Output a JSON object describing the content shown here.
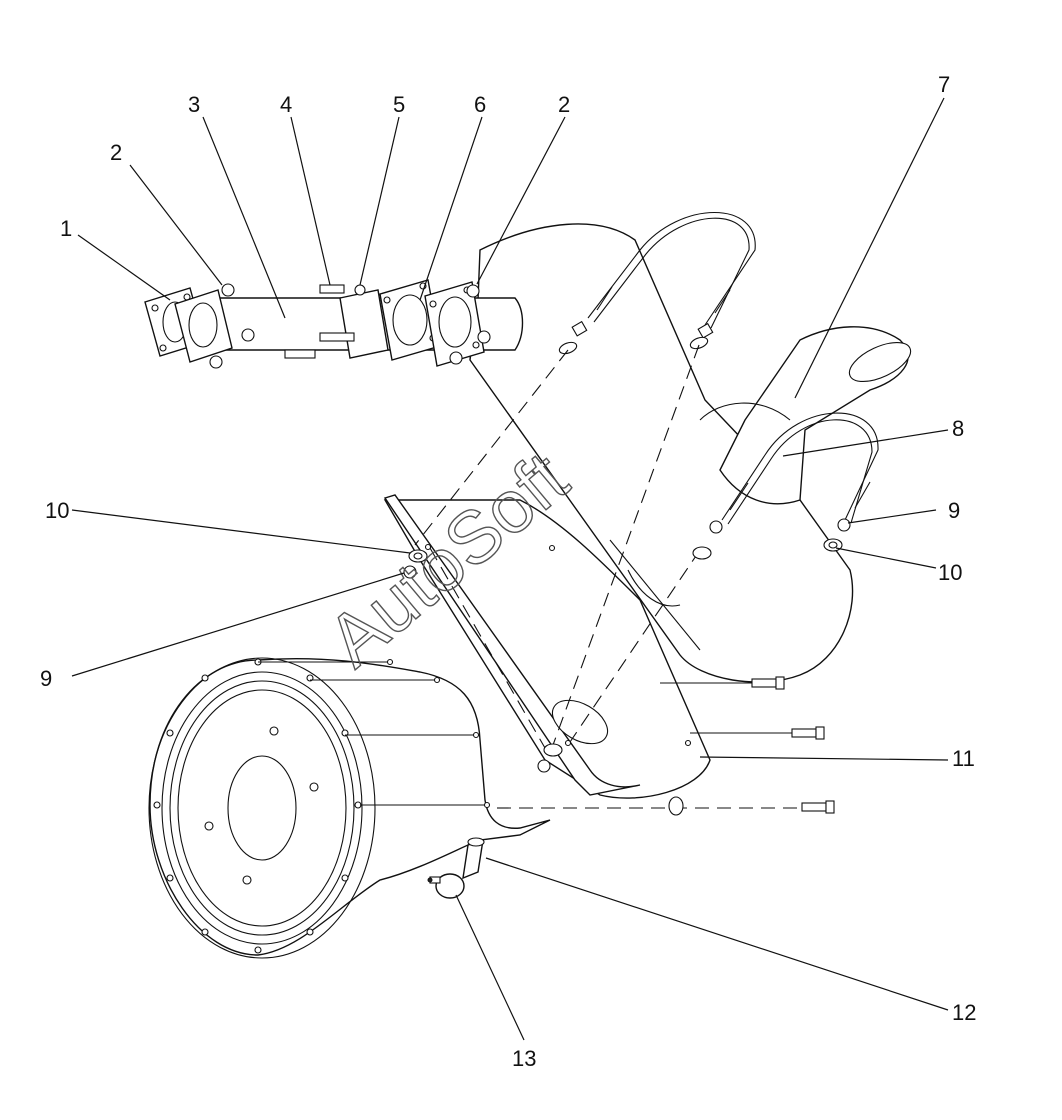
{
  "watermark": "AutoSoft",
  "callouts": {
    "c1": "1",
    "c2a": "2",
    "c2b": "2",
    "c3": "3",
    "c4": "4",
    "c5": "5",
    "c6": "6",
    "c7": "7",
    "c8": "8",
    "c9a": "9",
    "c9b": "9",
    "c10a": "10",
    "c10b": "10",
    "c11": "11",
    "c12": "12",
    "c13": "13"
  }
}
